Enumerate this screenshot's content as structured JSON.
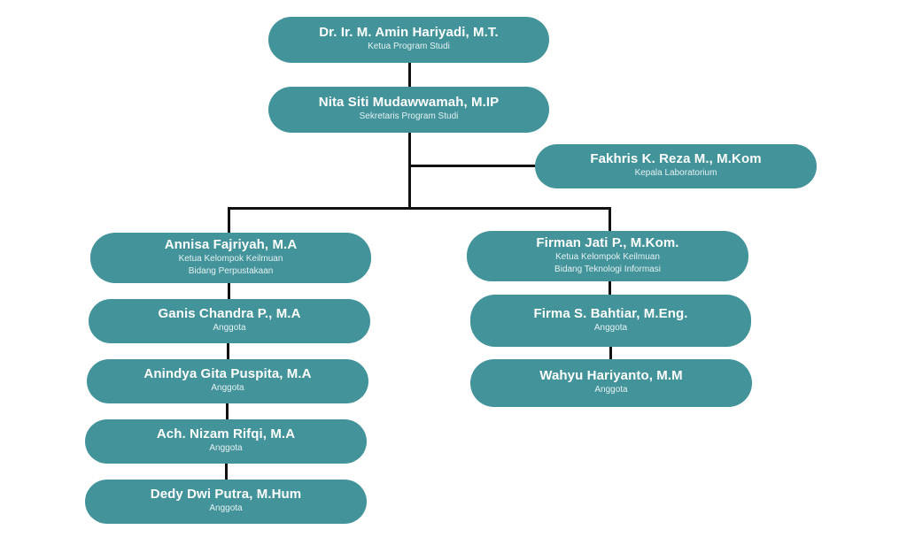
{
  "theme": {
    "node_color": "#42939a",
    "text_color": "#ffffff",
    "line_color": "#111111"
  },
  "org": {
    "head": {
      "name": "Dr. Ir. M. Amin Hariyadi, M.T.",
      "role": [
        "Ketua Program Studi"
      ]
    },
    "secretary": {
      "name": "Nita Siti Mudawwamah, M.IP",
      "role": [
        "Sekretaris Program Studi"
      ]
    },
    "lab_head": {
      "name": "Fakhris K. Reza M., M.Kom",
      "role": [
        "Kepala Laboratorium"
      ]
    },
    "left_group": [
      {
        "name": "Annisa Fajriyah, M.A",
        "role": [
          "Ketua Kelompok Keilmuan",
          "Bidang Perpustakaan"
        ]
      },
      {
        "name": "Ganis Chandra P., M.A",
        "role": [
          "Anggota"
        ]
      },
      {
        "name": "Anindya Gita Puspita, M.A",
        "role": [
          "Anggota"
        ]
      },
      {
        "name": "Ach. Nizam Rifqi, M.A",
        "role": [
          "Anggota"
        ]
      },
      {
        "name": "Dedy Dwi Putra, M.Hum",
        "role": [
          "Anggota"
        ]
      }
    ],
    "right_group": [
      {
        "name": "Firman Jati P., M.Kom.",
        "role": [
          "Ketua Kelompok Keilmuan",
          "Bidang Teknologi Informasi"
        ]
      },
      {
        "name": "Firma S. Bahtiar, M.Eng.",
        "role": [
          "Anggota"
        ]
      },
      {
        "name": "Wahyu Hariyanto, M.M",
        "role": [
          "Anggota"
        ]
      }
    ]
  }
}
